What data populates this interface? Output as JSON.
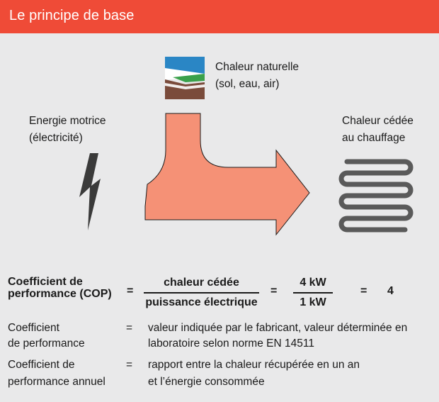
{
  "header": {
    "title": "Le principe de base"
  },
  "diagram": {
    "natural_heat": {
      "line1": "Chaleur naturelle",
      "line2": "(sol, eau, air)"
    },
    "drive_energy": {
      "line1": "Energie motrice",
      "line2": "(électricité)"
    },
    "heat_delivered": {
      "line1": "Chaleur cédée",
      "line2": "au chauffage"
    },
    "colors": {
      "arrow": "#f59176",
      "lightning": "#3a3a3a",
      "radiator": "#5a5a5a",
      "sky": "#2a86c5",
      "grass": "#3aa14b",
      "soil": "#7a4b3b",
      "header": "#ef4b37"
    },
    "icons": {
      "source": "landscape-icon",
      "energy": "lightning-icon",
      "output": "radiator-coil-icon",
      "flow": "heat-flow-arrow"
    }
  },
  "formula": {
    "label_line1": "Coefficient de",
    "label_line2": "performance (COP)",
    "eq1": "=",
    "numerator": "chaleur cédée",
    "denominator": "puissance électrique",
    "eq2": "=",
    "num_value": "4 kW",
    "den_value": "1 kW",
    "eq3": "=",
    "result": "4"
  },
  "definitions": [
    {
      "term_line1": "Coefficient",
      "term_line2": "de performance",
      "eq": "=",
      "def_line1": "valeur indiquée par le fabricant, valeur déterminée en",
      "def_line2": "laboratoire selon norme EN 14511"
    },
    {
      "term_line1": "Coefficient de",
      "term_line2": "performance annuel",
      "eq": "=",
      "def_line1": "rapport entre la chaleur récupérée en un an",
      "def_line2": "et l’énergie consommée"
    }
  ]
}
